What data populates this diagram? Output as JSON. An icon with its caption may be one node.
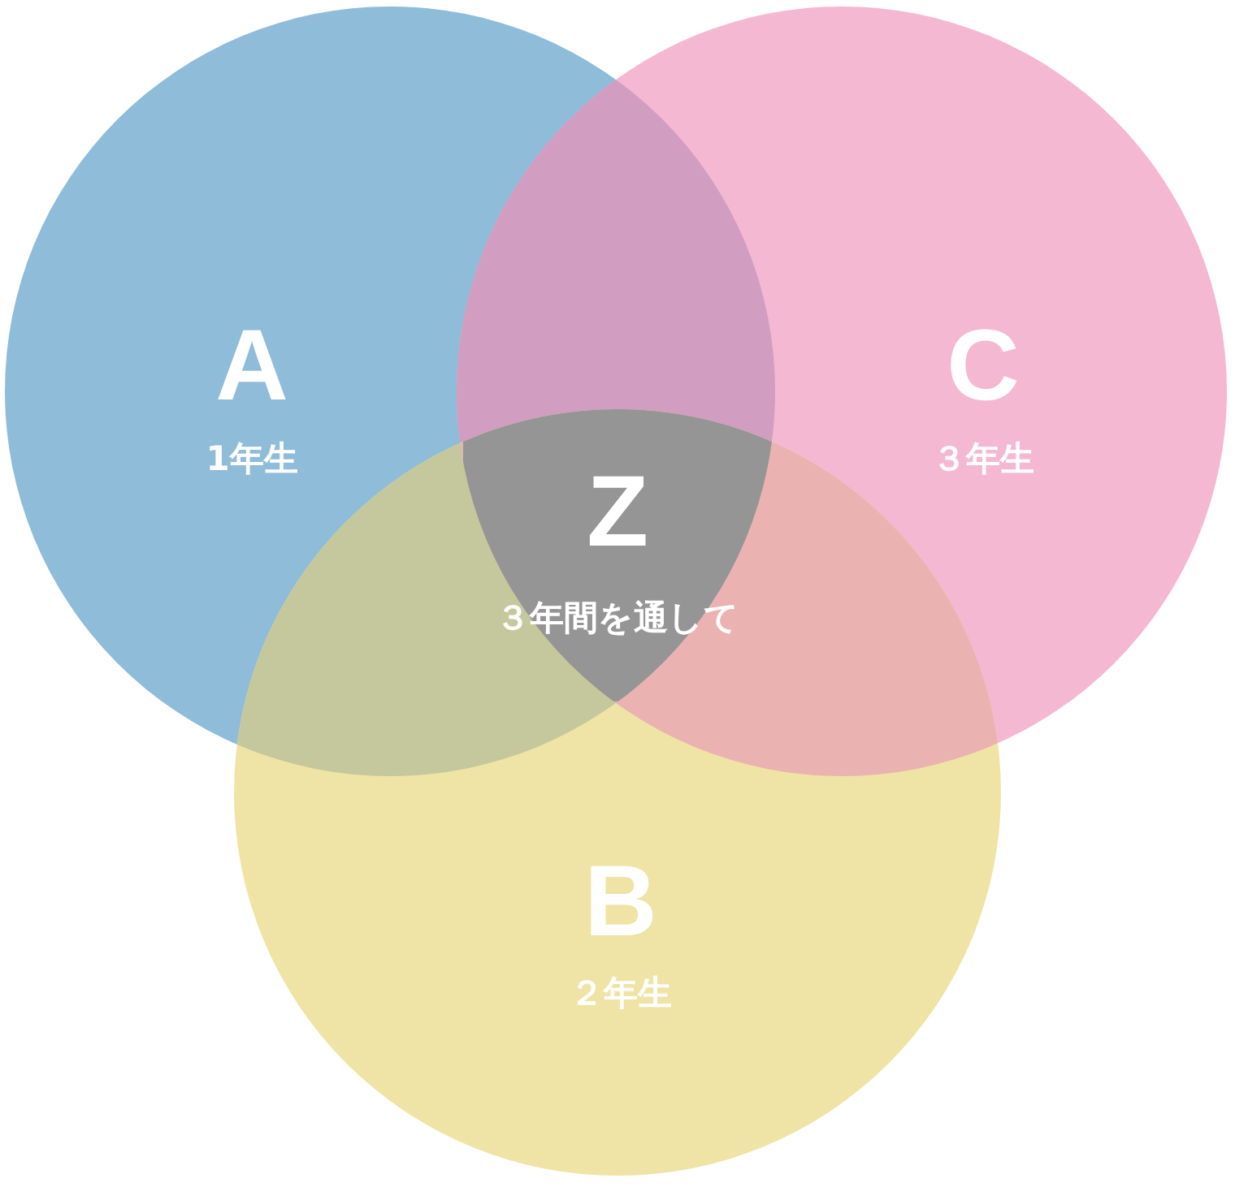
{
  "diagram": {
    "nodes": [
      {
        "text": [
          "A",
          "1年生"
        ]
      },
      {
        "text": [
          "C",
          "３年生"
        ]
      },
      {
        "text": [
          "B",
          "２年生"
        ]
      },
      {
        "text": [
          "Z",
          "３年間を通して"
        ]
      }
    ]
  }
}
